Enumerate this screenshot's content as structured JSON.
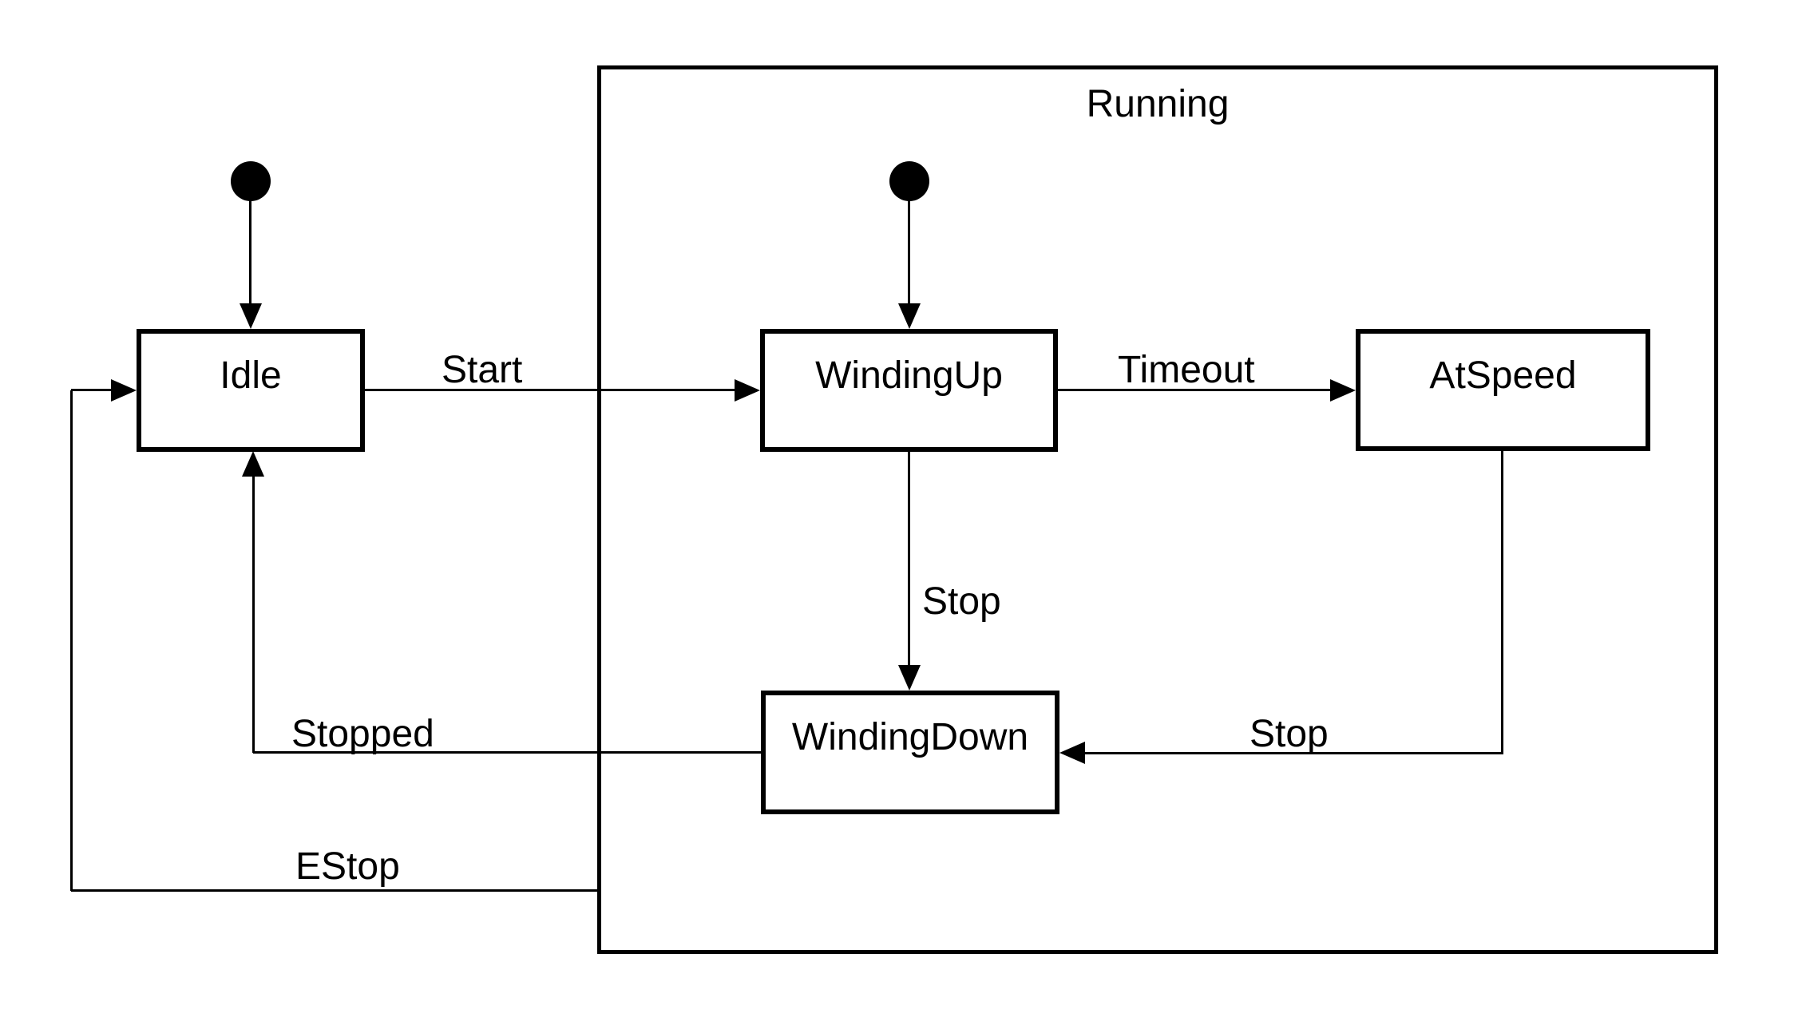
{
  "diagram": {
    "type": "uml-state-machine",
    "colors": {
      "stroke": "#000000",
      "background": "#ffffff"
    },
    "container_state": {
      "label": "Running"
    },
    "states": {
      "idle": {
        "label": "Idle"
      },
      "winding_up": {
        "label": "WindingUp"
      },
      "at_speed": {
        "label": "AtSpeed"
      },
      "winding_down": {
        "label": "WindingDown"
      }
    },
    "initial_markers": [
      {
        "name": "initial-to-idle",
        "to": "Idle"
      },
      {
        "name": "initial-to-winding-up",
        "to": "WindingUp"
      }
    ],
    "transitions": {
      "start": {
        "label": "Start",
        "from": "Idle",
        "to": "WindingUp"
      },
      "timeout": {
        "label": "Timeout",
        "from": "WindingUp",
        "to": "AtSpeed"
      },
      "stop_from_winding_up": {
        "label": "Stop",
        "from": "WindingUp",
        "to": "WindingDown"
      },
      "stop_from_at_speed": {
        "label": "Stop",
        "from": "AtSpeed",
        "to": "WindingDown"
      },
      "stopped": {
        "label": "Stopped",
        "from": "WindingDown",
        "to": "Idle"
      },
      "estop": {
        "label": "EStop",
        "from": "Running",
        "to": "Idle"
      }
    }
  }
}
